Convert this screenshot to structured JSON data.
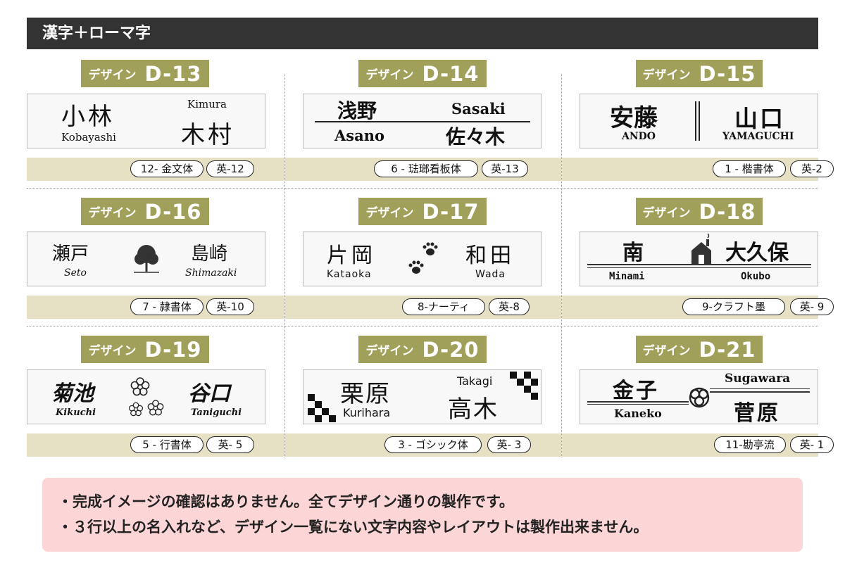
{
  "header": {
    "title": "漢字＋ローマ字"
  },
  "designs": [
    {
      "prefix": "デザイン",
      "code": "D-13",
      "font": "12- 金文体",
      "en_font": "英-12",
      "kanji1": "小林",
      "roman1": "Kobayashi",
      "kanji2": "木村",
      "roman2": "Kimura"
    },
    {
      "prefix": "デザイン",
      "code": "D-14",
      "font": "6 - 琺瑯看板体",
      "en_font": "英-13",
      "kanji1": "浅野",
      "roman1": "Asano",
      "kanji2": "佐々木",
      "roman2": "Sasaki"
    },
    {
      "prefix": "デザイン",
      "code": "D-15",
      "font": "1 - 楷書体",
      "en_font": "英-2",
      "kanji1": "安藤",
      "roman1": "ANDO",
      "kanji2": "山口",
      "roman2": "YAMAGUCHI"
    },
    {
      "prefix": "デザイン",
      "code": "D-16",
      "font": "7 - 隷書体",
      "en_font": "英-10",
      "kanji1": "瀬戸",
      "roman1": "Seto",
      "kanji2": "島崎",
      "roman2": "Shimazaki"
    },
    {
      "prefix": "デザイン",
      "code": "D-17",
      "font": "8-ナーティ",
      "en_font": "英-8",
      "kanji1": "片岡",
      "roman1": "Kataoka",
      "kanji2": "和田",
      "roman2": "Wada"
    },
    {
      "prefix": "デザイン",
      "code": "D-18",
      "font": "9-クラフト墨",
      "en_font": "英- 9",
      "kanji1": "南",
      "roman1": "Minami",
      "kanji2": "大久保",
      "roman2": "Okubo"
    },
    {
      "prefix": "デザイン",
      "code": "D-19",
      "font": "5 - 行書体",
      "en_font": "英- 5",
      "kanji1": "菊池",
      "roman1": "Kikuchi",
      "kanji2": "谷口",
      "roman2": "Taniguchi"
    },
    {
      "prefix": "デザイン",
      "code": "D-20",
      "font": "3 - ゴシック体",
      "en_font": "英- 3",
      "kanji1": "栗原",
      "roman1": "Kurihara",
      "kanji2": "高木",
      "roman2": "Takagi"
    },
    {
      "prefix": "デザイン",
      "code": "D-21",
      "font": "11-勘亭流",
      "en_font": "英- 1",
      "kanji1": "金子",
      "roman1": "Kaneko",
      "kanji2": "菅原",
      "roman2": "Sugawara"
    }
  ],
  "icons": {
    "d16": "tree-icon",
    "d17": "paw-prints-icon",
    "d18": "house-icon",
    "d19": "flowers-icon",
    "d20": "checkered-pattern-icon",
    "d21": "knot-icon"
  },
  "colors": {
    "header_bg": "#333333",
    "label_bg": "#a0a05a",
    "fontbar_bg": "#e6e0c4",
    "notice_bg": "#fcd5d7"
  },
  "notices": [
    "・完成イメージの確認はありません。全てデザイン通りの製作です。",
    "・３行以上の名入れなど、デザイン一覧にない文字内容やレイアウトは製作出来ません。"
  ]
}
